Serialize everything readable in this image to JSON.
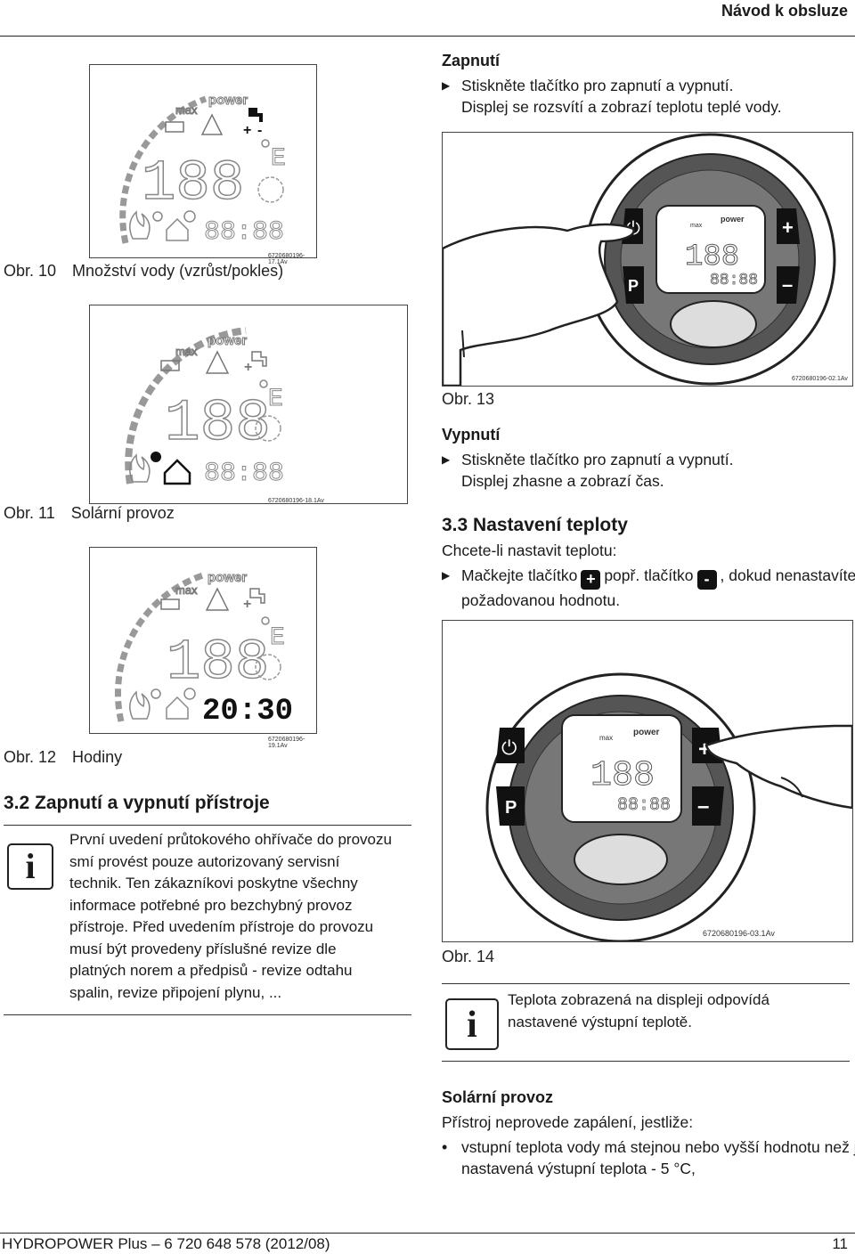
{
  "header": {
    "title": "Návod k obsluze"
  },
  "footer": {
    "left": "HYDROPOWER Plus – 6 720 648 578 (2012/08)",
    "page": "11"
  },
  "figures": {
    "fig10": {
      "label": "Obr. 10",
      "caption": "Množství vody (vzrůst/pokles)",
      "code": "6720680196-17.1Av"
    },
    "fig11": {
      "label": "Obr. 11",
      "caption": "Solární provoz",
      "code": "6720680196-18.1Av"
    },
    "fig12": {
      "label": "Obr. 12",
      "caption": "Hodiny",
      "code": "6720680196-19.1Av",
      "time": "20:30"
    },
    "fig13": {
      "label": "Obr. 13",
      "code": "6720680196-02.1Av"
    },
    "fig14": {
      "label": "Obr. 14",
      "code": "6720680196-03.1Av"
    }
  },
  "lcd": {
    "power": "power",
    "max": "max",
    "digits": "188",
    "clock": "88:88",
    "unit": "E"
  },
  "device": {
    "btn_power": "⏻",
    "btn_plus": "+",
    "btn_minus": "–",
    "btn_p": "P"
  },
  "section_3_2": {
    "title": "3.2  Zapnutí a vypnutí přístroje",
    "info_icon": "i",
    "info_lines": [
      "První uvedení průtokového ohřívače do provozu",
      "smí provést pouze autorizovaný servisní",
      "technik. Ten zákazníkovi poskytne všechny",
      "informace potřebné pro bezchybný provoz",
      "přístroje. Před uvedením přístroje do provozu",
      "musí být provedeny příslušné revize dle",
      "platných norem a předpisů - revize odtahu",
      "spalin, revize připojení plynu, ..."
    ]
  },
  "zapnuti": {
    "title": "Zapnutí",
    "bullet_1": "Stiskněte tlačítko pro zapnutí a vypnutí.",
    "line_2": "Displej se rozsvítí a zobrazí teplotu teplé vody."
  },
  "vypnuti": {
    "title": "Vypnutí",
    "bullet_1": "Stiskněte tlačítko pro zapnutí a vypnutí.",
    "line_2": "Displej zhasne a zobrazí čas."
  },
  "section_3_3": {
    "title": "3.3  Nastavení teploty",
    "intro": "Chcete-li nastavit teplotu:",
    "bullet_a": "Mačkejte tlačítko",
    "plus_key": "+",
    "bullet_b": "popř. tlačítko",
    "minus_key": "-",
    "bullet_c": ", dokud nenastavíte",
    "bullet_line2": "požadovanou hodnotu.",
    "info_lines": [
      "Teplota zobrazená na displeji odpovídá",
      "nastavené výstupní teplotě."
    ]
  },
  "solar": {
    "title": "Solární provoz",
    "intro": "Přístroj neprovede zapálení, jestliže:",
    "bullet_line1": "vstupní teplota vody má stejnou nebo vyšší hodnotu než je",
    "bullet_line2": "nastavená výstupní teplota - 5 °C,"
  },
  "markers": {
    "arrow": "▶",
    "dot": "•"
  }
}
